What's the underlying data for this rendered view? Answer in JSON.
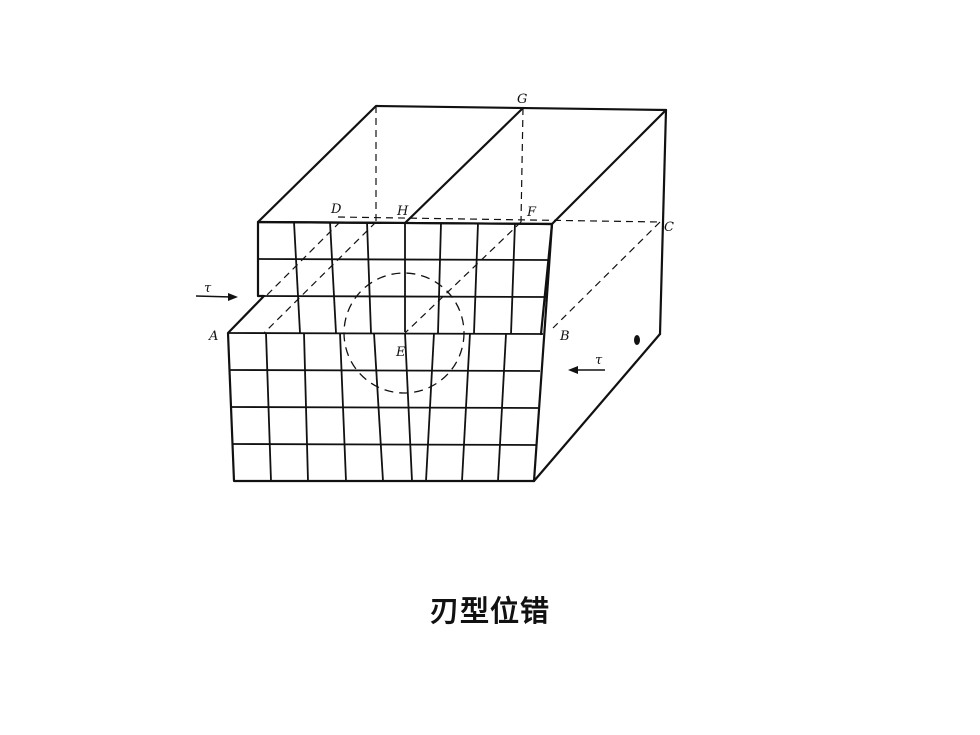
{
  "figure": {
    "point_labels": {
      "A": "A",
      "B": "B",
      "C": "C",
      "D": "D",
      "E": "E",
      "F": "F",
      "G": "G",
      "H": "H"
    },
    "shear_stress_symbol": "τ"
  },
  "caption": "刃型位错"
}
